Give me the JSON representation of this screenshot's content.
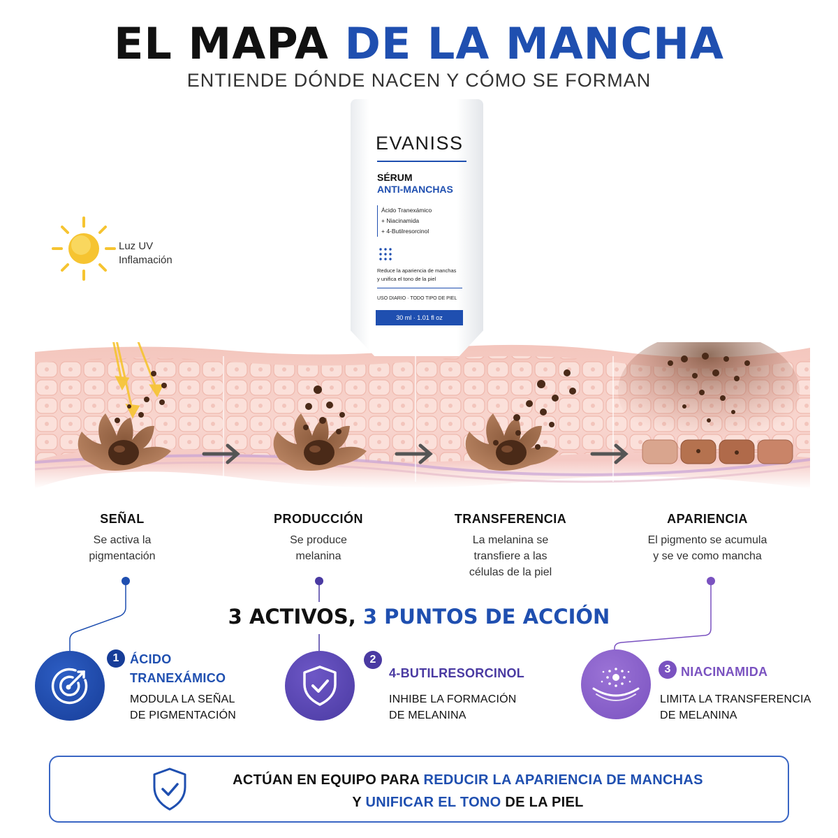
{
  "header": {
    "title_part1": "EL MAPA",
    "title_part2": "DE LA MANCHA",
    "subtitle": "ENTIENDE DÓNDE NACEN Y CÓMO SE FORMAN"
  },
  "product": {
    "brand": "EVANISS",
    "line1": "SÉRUM",
    "line2": "ANTI-MANCHAS",
    "ingredients": [
      "Ácido Tranexámico",
      "+ Niacinamida",
      "+ 4-Butilresorcinol"
    ],
    "claim_line1": "Reduce la apariencia de manchas",
    "claim_line2": "y unifica el tono de la piel",
    "usage": "USO DIARIO · TODO TIPO DE PIEL",
    "size": "30 ml · 1.01 fl oz"
  },
  "sun": {
    "label_line1": "Luz UV",
    "label_line2": "Inflamación"
  },
  "steps": [
    {
      "title": "SEÑAL",
      "line1": "Se activa la",
      "line2": "pigmentación",
      "line3": ""
    },
    {
      "title": "PRODUCCIÓN",
      "line1": "Se produce",
      "line2": "melanina",
      "line3": ""
    },
    {
      "title": "TRANSFERENCIA",
      "line1": "La melanina se",
      "line2": "transfiere a las",
      "line3": "células de la piel"
    },
    {
      "title": "APARIENCIA",
      "line1": "El pigmento se acumula",
      "line2": "y se ve como mancha",
      "line3": ""
    }
  ],
  "actives_header": {
    "part1": "3 ACTIVOS,",
    "part2": "3 PUNTOS DE ACCIÓN"
  },
  "actives": [
    {
      "number": "1",
      "name_line1": "ÁCIDO",
      "name_line2": "TRANEXÁMICO",
      "desc_line1": "MODULA LA SEÑAL",
      "desc_line2": "DE PIGMENTACIÓN",
      "icon": "target-radar-icon",
      "color": "#1f4fb0"
    },
    {
      "number": "2",
      "name_line1": "4-BUTILRESORCINOL",
      "name_line2": "",
      "desc_line1": "INHIBE LA FORMACIÓN",
      "desc_line2": "DE MELANINA",
      "icon": "shield-check-icon",
      "color": "#4a3aa2"
    },
    {
      "number": "3",
      "name_line1": "NIACINAMIDA",
      "name_line2": "",
      "desc_line1": "LIMITA LA TRANSFERENCIA",
      "desc_line2": "DE MELANINA",
      "icon": "skin-layer-particles-icon",
      "color": "#7a52c0"
    }
  ],
  "banner": {
    "p1": "ACTÚAN EN EQUIPO PARA",
    "p2": "REDUCIR LA APARIENCIA DE MANCHAS",
    "p3": "Y",
    "p4": "UNIFICAR EL TONO",
    "p5": "DE LA PIEL",
    "icon": "shield-check-icon"
  },
  "colors": {
    "accent_blue": "#1f4fb0",
    "accent_indigo": "#4a3aa2",
    "accent_purple": "#7a52c0",
    "skin": "#f6cfc8",
    "melanin": "#5a3322",
    "sun": "#f6c431"
  }
}
